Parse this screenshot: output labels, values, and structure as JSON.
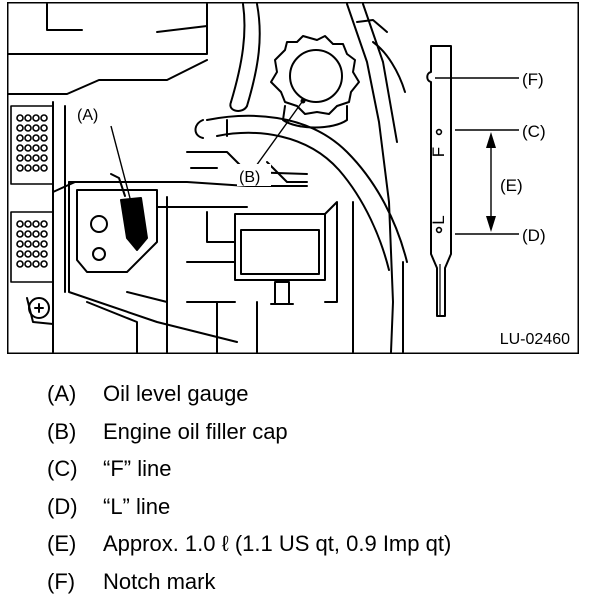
{
  "figure": {
    "code": "LU-02460",
    "callouts": {
      "a": "(A)",
      "b": "(B)",
      "c": "(C)",
      "d": "(D)",
      "e": "(E)",
      "f": "(F)"
    },
    "gauge_marks": {
      "f": "F",
      "l": "L"
    }
  },
  "legend": [
    {
      "key": "(A)",
      "text": "Oil level gauge"
    },
    {
      "key": "(B)",
      "text": "Engine oil filler cap"
    },
    {
      "key": "(C)",
      "text": "“F” line"
    },
    {
      "key": "(D)",
      "text": "“L” line"
    },
    {
      "key": "(E)",
      "text": "Approx. 1.0 ℓ (1.1 US qt, 0.9 Imp qt)"
    },
    {
      "key": "(F)",
      "text": "Notch mark"
    }
  ]
}
